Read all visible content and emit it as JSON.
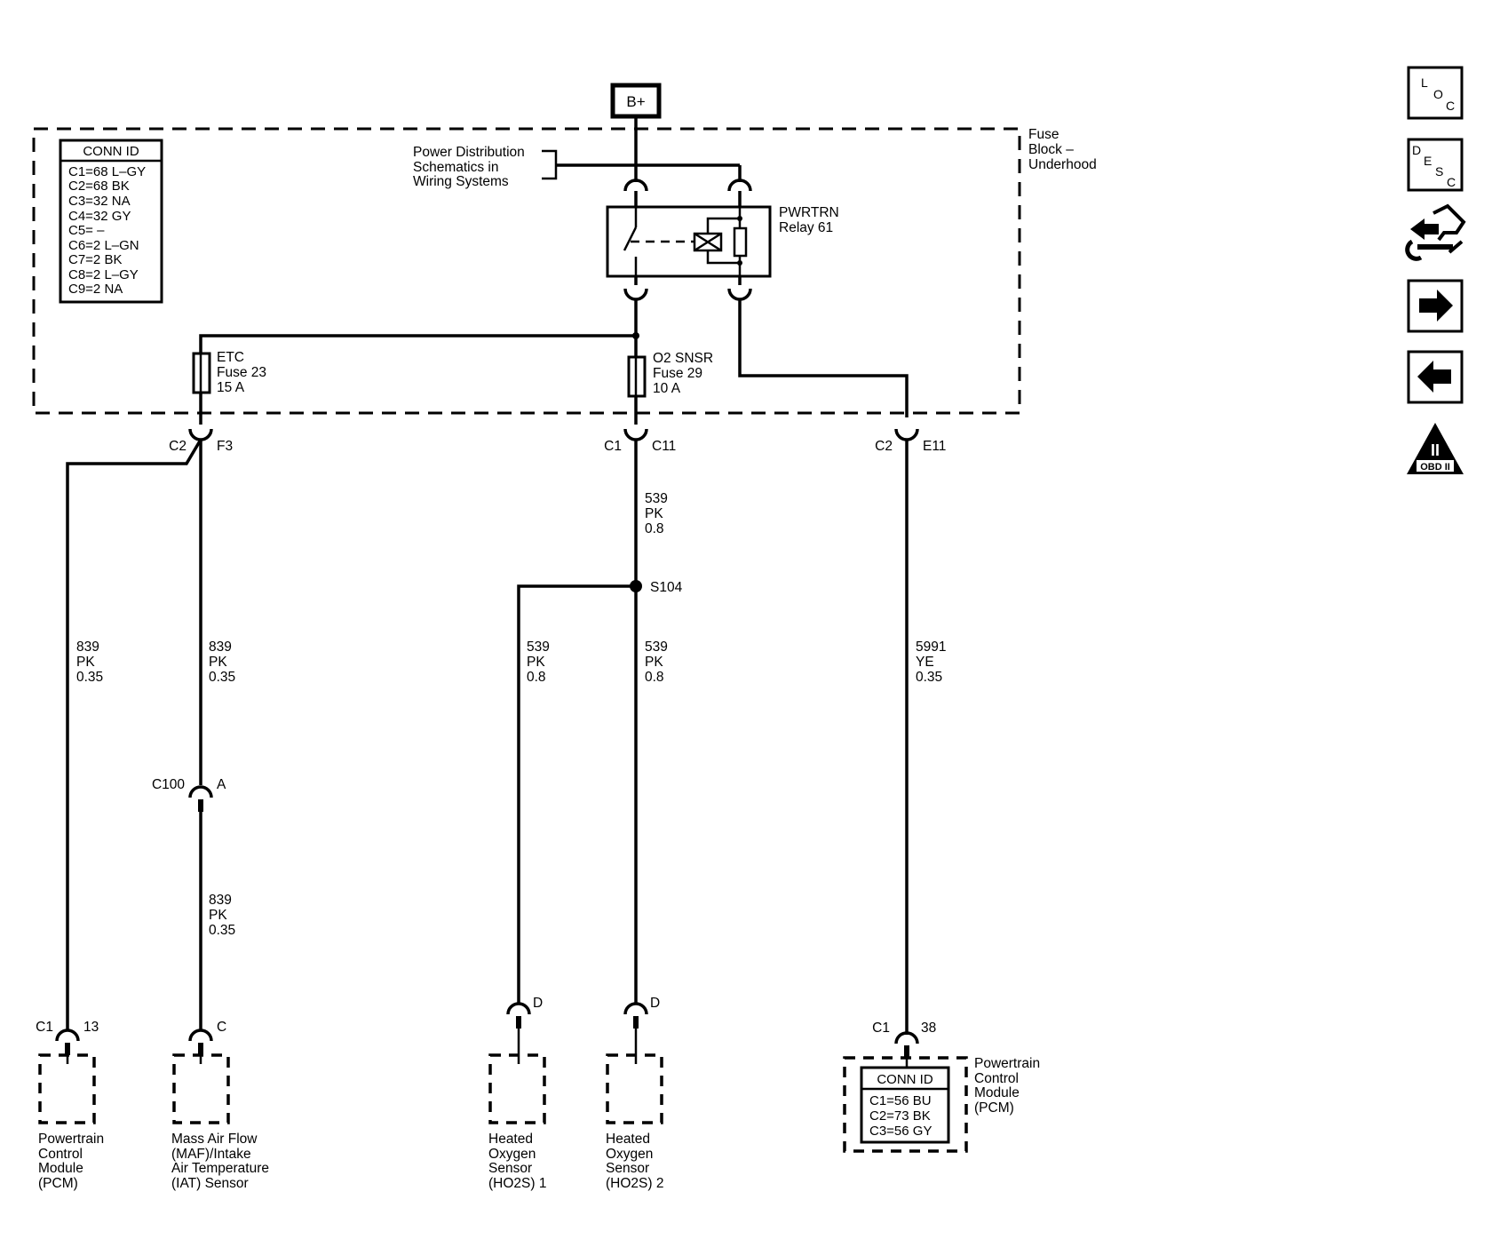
{
  "supply": {
    "label": "B+"
  },
  "fuse_block": {
    "name_lines": [
      "Fuse",
      "Block –",
      "Underhood"
    ],
    "conn_id": {
      "title": "CONN ID",
      "rows": [
        "C1=68 L–GY",
        "C2=68 BK",
        "C3=32 NA",
        "C4=32 GY",
        "C5= –",
        "C6=2 L–GN",
        "C7=2 BK",
        "C8=2 L–GY",
        "C9=2 NA"
      ]
    },
    "power_dist_ref": [
      "Power Distribution",
      "Schematics in",
      "Wiring Systems"
    ],
    "relay": {
      "lines": [
        "PWRTRN",
        "Relay 61"
      ]
    },
    "fuse_etc": {
      "lines": [
        "ETC",
        "Fuse 23",
        "15 A"
      ]
    },
    "fuse_o2": {
      "lines": [
        "O2 SNSR",
        "Fuse 29",
        "10 A"
      ]
    }
  },
  "connectors": {
    "c2_f3": {
      "conn": "C2",
      "pin": "F3"
    },
    "c1_c11": {
      "conn": "C1",
      "pin": "C11"
    },
    "c2_e11": {
      "conn": "C2",
      "pin": "E11"
    },
    "c100_a": {
      "conn": "C100",
      "pin": "A"
    },
    "pcm_c1_13": {
      "conn": "C1",
      "pin": "13"
    },
    "maf_c": {
      "pin": "C"
    },
    "ho2s1_d": {
      "pin": "D"
    },
    "ho2s2_d": {
      "pin": "D"
    },
    "pcm_c1_38": {
      "conn": "C1",
      "pin": "38"
    }
  },
  "splice": {
    "label": "S104"
  },
  "wires": {
    "w539_top": [
      "539",
      "PK",
      "0.8"
    ],
    "w839_pcm": [
      "839",
      "PK",
      "0.35"
    ],
    "w839_maf_upper": [
      "839",
      "PK",
      "0.35"
    ],
    "w839_maf_lower": [
      "839",
      "PK",
      "0.35"
    ],
    "w539_ho2s1": [
      "539",
      "PK",
      "0.8"
    ],
    "w539_ho2s2": [
      "539",
      "PK",
      "0.8"
    ],
    "w5991": [
      "5991",
      "YE",
      "0.35"
    ]
  },
  "components": {
    "pcm_left": [
      "Powertrain",
      "Control",
      "Module",
      "(PCM)"
    ],
    "maf": [
      "Mass Air Flow",
      "(MAF)/Intake",
      "Air Temperature",
      "(IAT) Sensor"
    ],
    "ho2s1": [
      "Heated",
      "Oxygen",
      "Sensor",
      "(HO2S) 1"
    ],
    "ho2s2": [
      "Heated",
      "Oxygen",
      "Sensor",
      "(HO2S) 2"
    ],
    "pcm_right": {
      "name": [
        "Powertrain",
        "Control",
        "Module",
        "(PCM)"
      ],
      "conn_id": {
        "title": "CONN ID",
        "rows": [
          "C1=56 BU",
          "C2=73 BK",
          "C3=56 GY"
        ]
      }
    }
  },
  "side_toolbar": {
    "loc": [
      "L",
      "O",
      "C"
    ],
    "desc": [
      "D",
      "E",
      "S",
      "C"
    ],
    "obd": {
      "numeral": "II",
      "label": "OBD II"
    }
  }
}
